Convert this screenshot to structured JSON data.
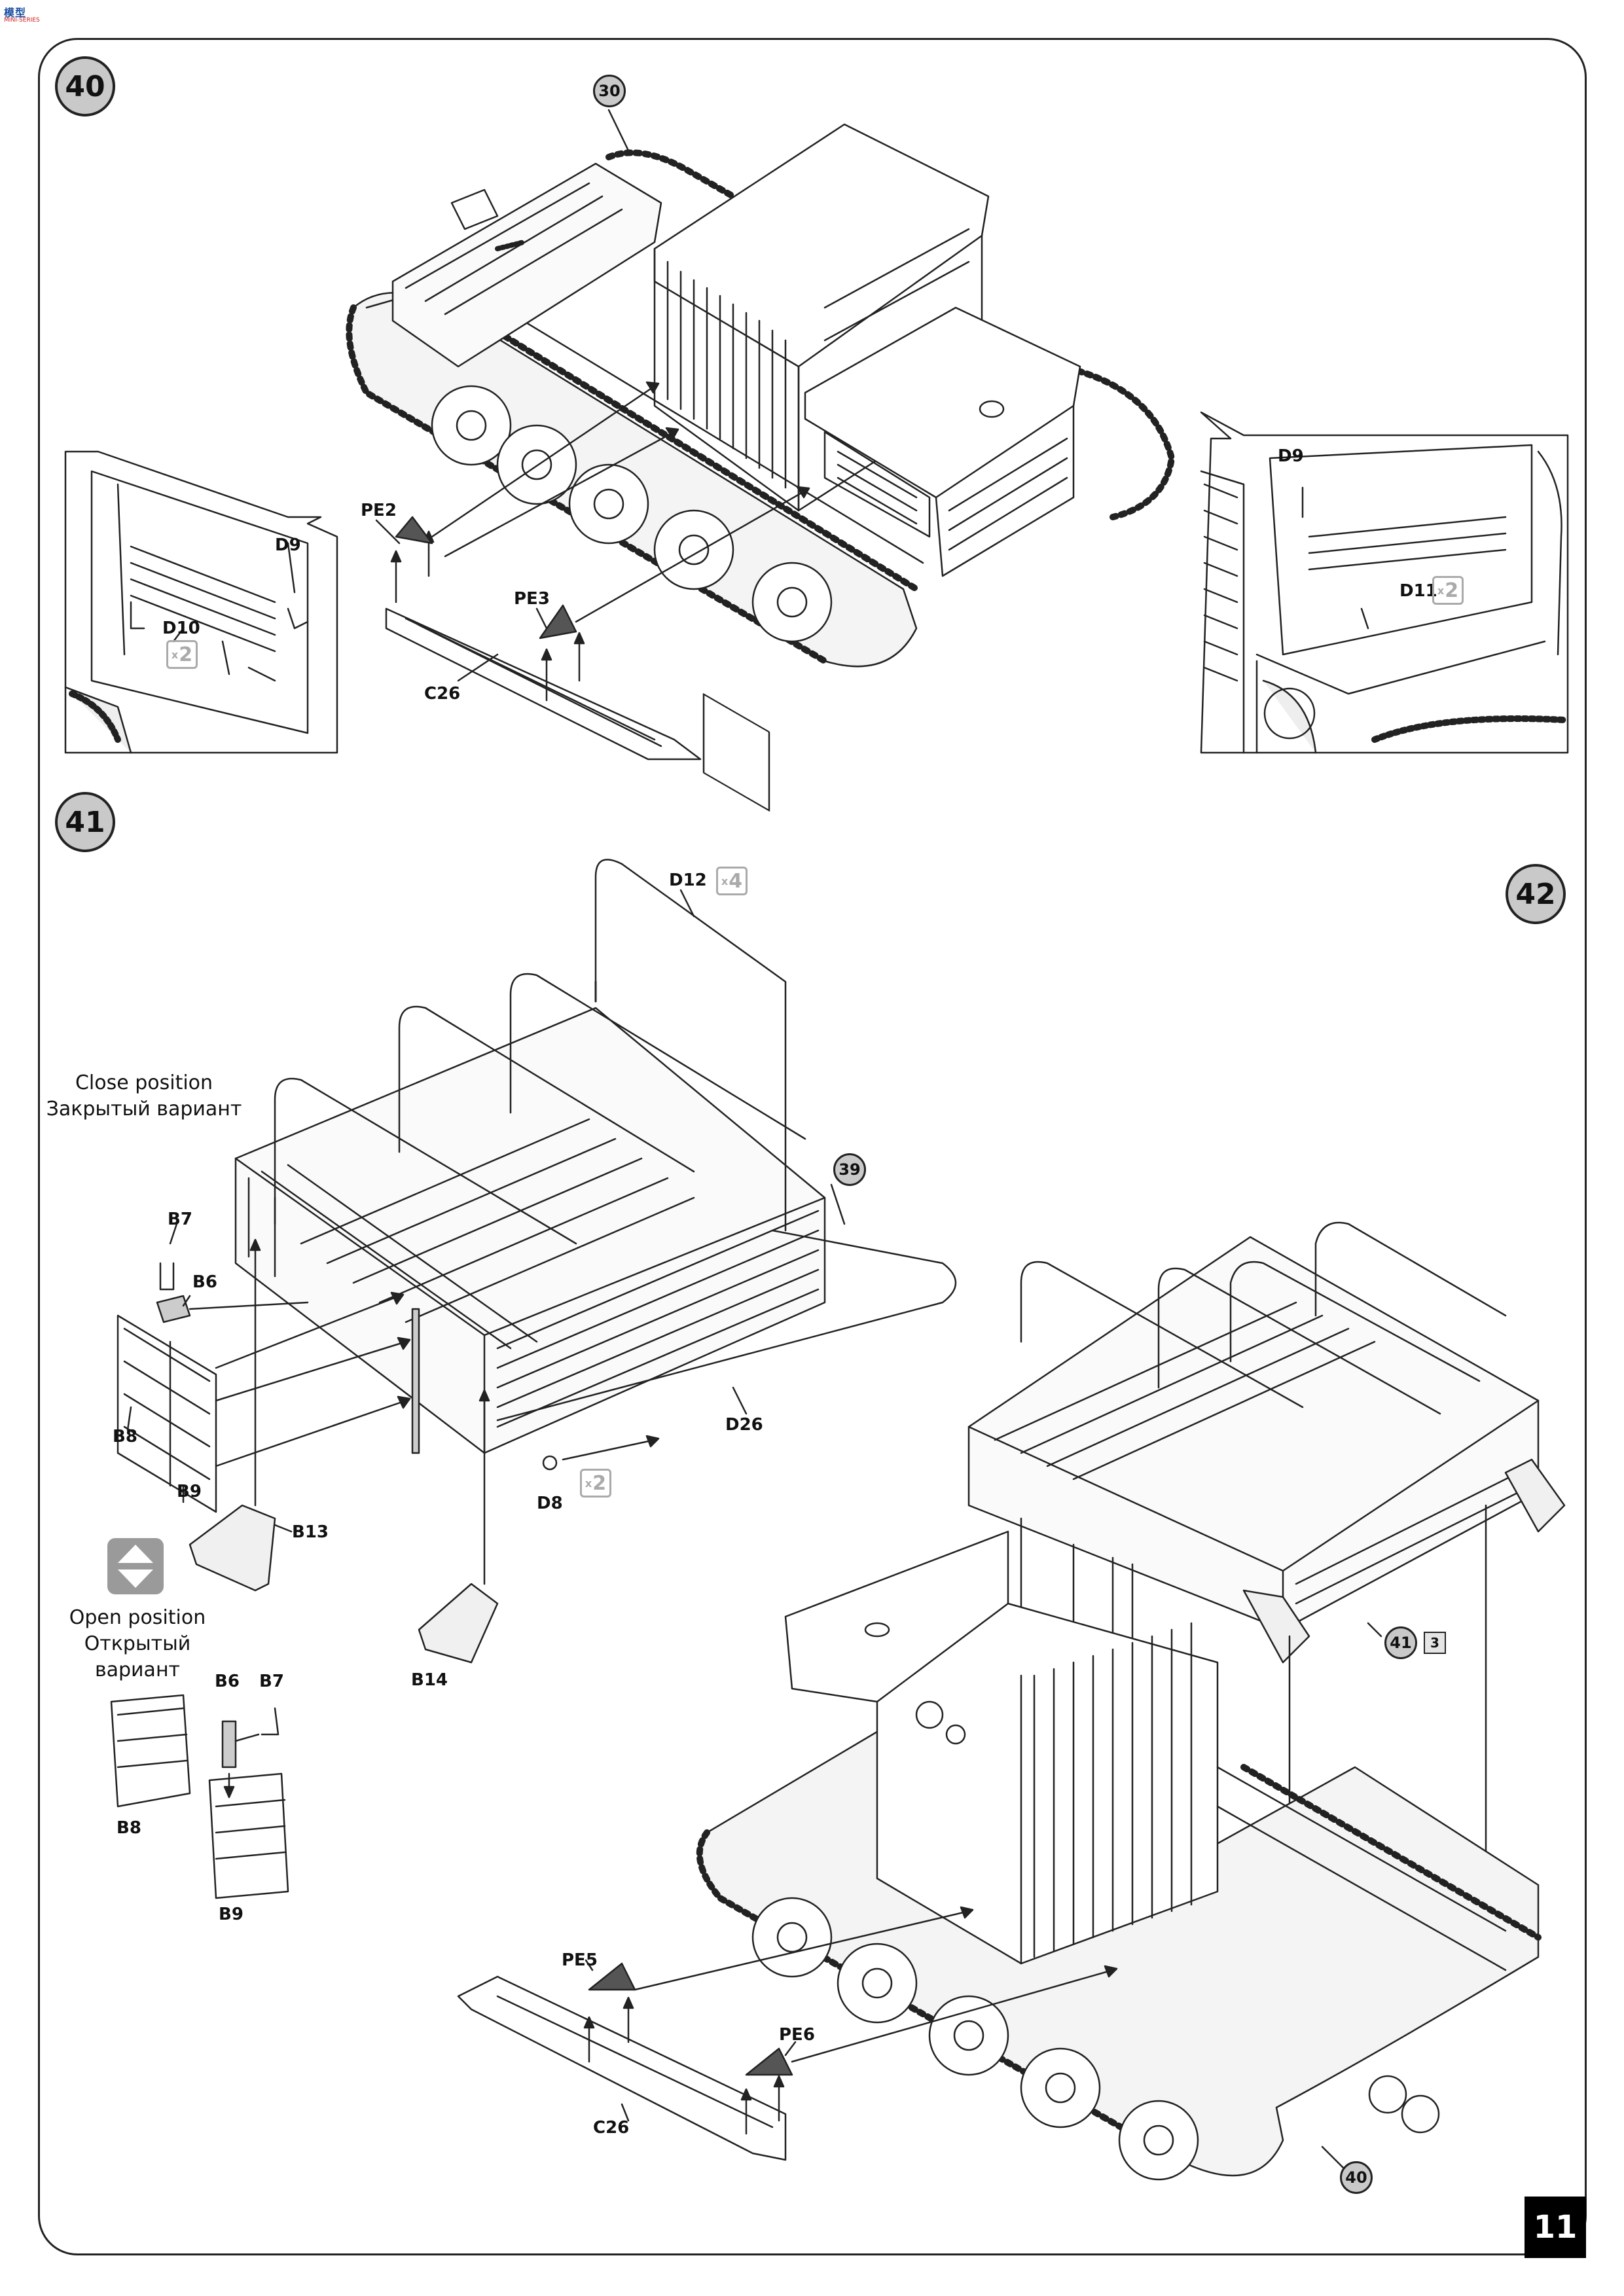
{
  "header": {
    "logo_brand": "模型",
    "logo_sub": "MINI-SERIES"
  },
  "page": {
    "number": "11"
  },
  "steps": {
    "s40": "40",
    "s41": "41",
    "s42": "42"
  },
  "refs": {
    "r30": "30",
    "r39": "39",
    "r41": "41",
    "r40": "40",
    "box3": "3"
  },
  "labels": {
    "pe2": "PE2",
    "pe3": "PE3",
    "c26_top": "C26",
    "d9_left": "D9",
    "d10": "D10",
    "d9_right": "D9",
    "d11": "D11",
    "d12": "D12",
    "b7": "B7",
    "b6": "B6",
    "b8": "B8",
    "b9": "B9",
    "b13": "B13",
    "b14": "B14",
    "d26": "D26",
    "d8": "D8",
    "b6_open": "B6",
    "b7_open": "B7",
    "b8_open": "B8",
    "b9_open": "B9",
    "pe5": "PE5",
    "pe6": "PE6",
    "c26_bottom": "C26"
  },
  "multipliers": {
    "d10": "2",
    "d11": "2",
    "d12": "4",
    "d8": "2",
    "x": "x"
  },
  "captions": {
    "close_en": "Close position",
    "close_ru": "Закрытый вариант",
    "open_en": "Open position",
    "open_ru": "Открытый вариант"
  },
  "icons": {
    "toggle": "swap-up-down-icon"
  }
}
